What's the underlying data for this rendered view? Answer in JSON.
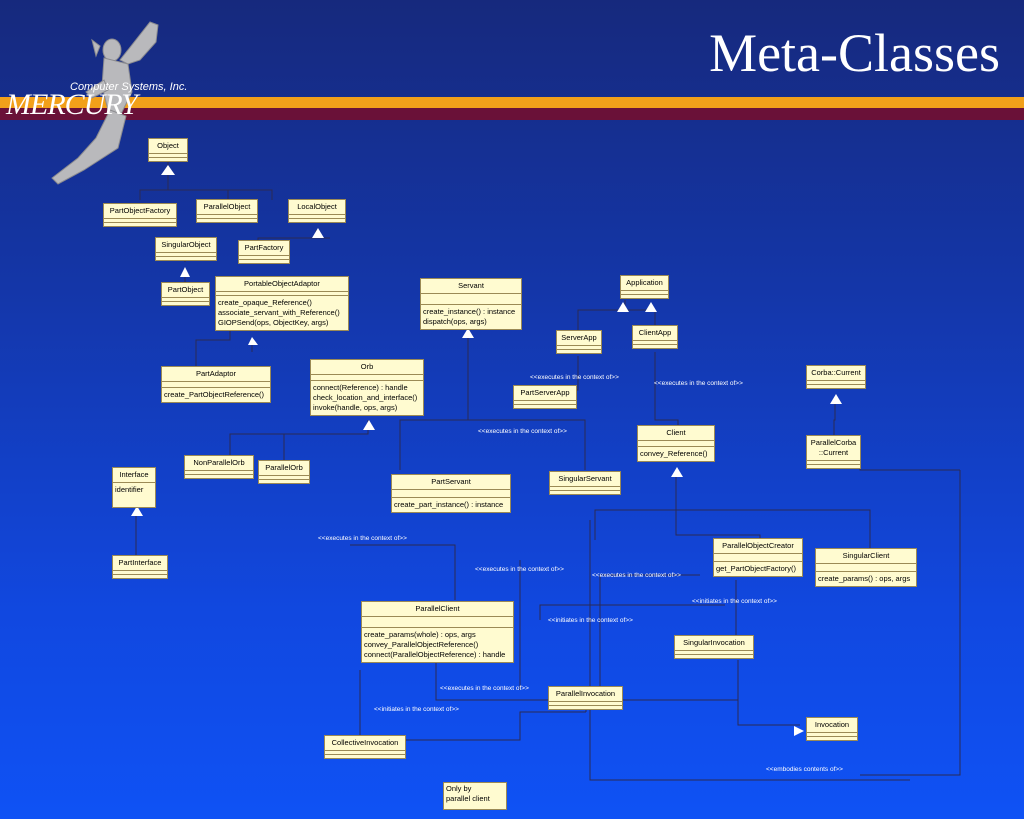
{
  "title": "Meta-Classes",
  "logo": {
    "company": "Computer Systems, Inc.",
    "brand": "MERCURY"
  },
  "classes": {
    "object": {
      "name": "Object"
    },
    "part_object_factory": {
      "name": "PartObjectFactory"
    },
    "parallel_object": {
      "name": "ParallelObject"
    },
    "local_object": {
      "name": "LocalObject"
    },
    "singular_object": {
      "name": "SingularObject"
    },
    "part_factory": {
      "name": "PartFactory"
    },
    "part_object": {
      "name": "PartObject"
    },
    "portable_object_adaptor": {
      "name": "PortableObjectAdaptor",
      "ops": [
        "create_opaque_Reference()",
        "associate_servant_with_Reference()",
        "GIOPSend(ops, ObjectKey, args)"
      ]
    },
    "servant": {
      "name": "Servant",
      "ops": [
        "create_instance() : instance",
        "dispatch(ops, args)"
      ]
    },
    "application": {
      "name": "Application"
    },
    "server_app": {
      "name": "ServerApp"
    },
    "client_app": {
      "name": "ClientApp"
    },
    "part_adaptor": {
      "name": "PartAdaptor",
      "ops": [
        "create_PartObjectReference()"
      ]
    },
    "orb": {
      "name": "Orb",
      "ops": [
        "connect(Reference) : handle",
        "check_location_and_interface()",
        "invoke(handle, ops, args)"
      ]
    },
    "part_server_app": {
      "name": "PartServerApp"
    },
    "corba_current": {
      "name": "Corba::Current"
    },
    "client": {
      "name": "Client",
      "ops": [
        "convey_Reference()"
      ]
    },
    "parallel_corba_current": {
      "name": "ParallelCorba\n::Current"
    },
    "non_parallel_orb": {
      "name": "NonParallelOrb"
    },
    "parallel_orb": {
      "name": "ParallelOrb"
    },
    "interface": {
      "name": "Interface",
      "attr": "identifier"
    },
    "part_servant": {
      "name": "PartServant",
      "ops": [
        "create_part_instance() : instance"
      ]
    },
    "singular_servant": {
      "name": "SingularServant"
    },
    "part_interface": {
      "name": "PartInterface"
    },
    "parallel_object_creator": {
      "name": "ParallelObjectCreator",
      "ops": [
        "get_PartObjectFactory()"
      ]
    },
    "singular_client": {
      "name": "SingularClient",
      "ops": [
        "create_params() : ops, args"
      ]
    },
    "parallel_client": {
      "name": "ParallelClient",
      "ops": [
        "create_params(whole) : ops, args",
        "convey_ParallelObjectReference()",
        "connect(ParallelObjectReference) : handle"
      ]
    },
    "singular_invocation": {
      "name": "SingularInvocation"
    },
    "parallel_invocation": {
      "name": "ParallelInvocation"
    },
    "invocation": {
      "name": "Invocation"
    },
    "collective_invocation": {
      "name": "CollectiveInvocation"
    }
  },
  "labels": {
    "exec_partserverapp": "<<executes in the context of>>",
    "exec_clientapp": "<<executes in the context of>>",
    "exec_servant": "<<executes in the context of>>",
    "exec_partservant": "<<executes in the context of>>",
    "exec_singularservant": "<<executes in the context of>>",
    "exec_client": "<<executes in the context of>>",
    "init_singularclient": "<<initiates in the context of>>",
    "init_parallelclient": "<<initiates in the context of>>",
    "exec_parallelinvocation": "<<executes in the context of>>",
    "init_collective": "<<initiates in the context of>>",
    "embodies": "<<embodies contents of>>"
  },
  "note": {
    "line1": "Only  by",
    "line2": "parallel client"
  }
}
